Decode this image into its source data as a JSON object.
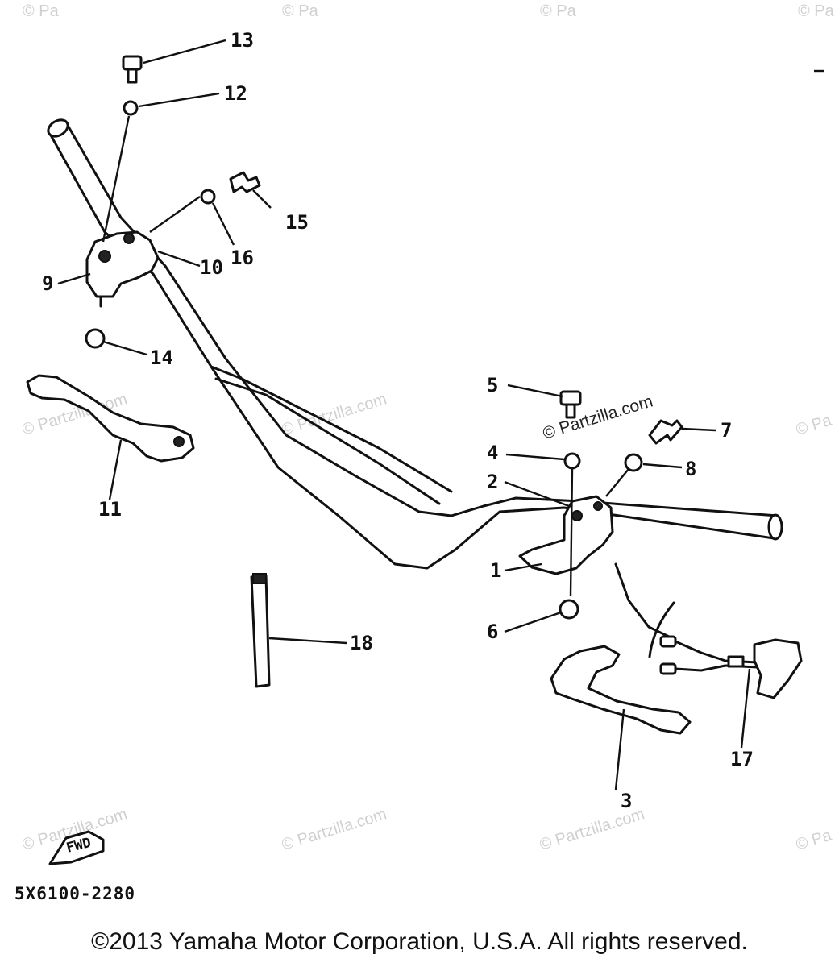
{
  "callouts": {
    "c1": "1",
    "c2": "2",
    "c3": "3",
    "c4": "4",
    "c5": "5",
    "c6": "6",
    "c7": "7",
    "c8": "8",
    "c9": "9",
    "c10": "10",
    "c11": "11",
    "c12": "12",
    "c13": "13",
    "c14": "14",
    "c15": "15",
    "c16": "16",
    "c17": "17",
    "c18": "18"
  },
  "watermark": {
    "main": "© Partzilla.com",
    "repeat": "© Partzilla.com",
    "edge": "© Pa"
  },
  "forward_label": "FWD",
  "diagram_code": "5X6100-2280",
  "copyright": "©2013 Yamaha Motor Corporation, U.S.A. All rights reserved."
}
